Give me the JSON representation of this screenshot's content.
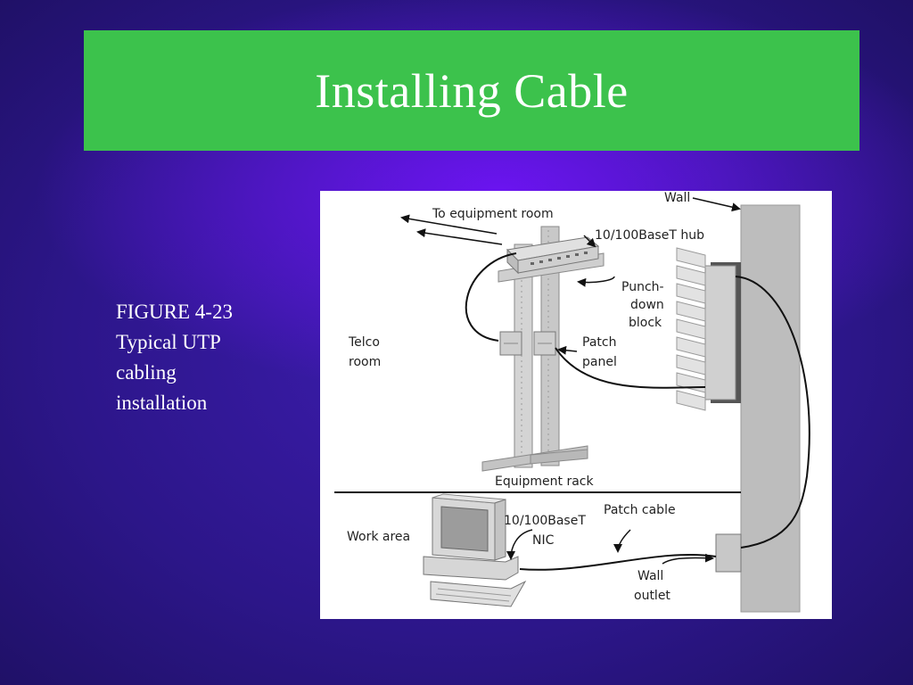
{
  "slide": {
    "title": "Installing Cable",
    "caption_lines": [
      "FIGURE 4-23",
      "Typical UTP",
      "cabling",
      "installation"
    ]
  },
  "diagram": {
    "labels": {
      "wall": "Wall",
      "to_equipment_room": "To equipment room",
      "hub": "10/100BaseT hub",
      "punch_down": [
        "Punch-",
        "down",
        "block"
      ],
      "telco_room": [
        "Telco",
        "room"
      ],
      "patch_panel": [
        "Patch",
        "panel"
      ],
      "equipment_rack": "Equipment rack",
      "work_area": "Work area",
      "nic": [
        "10/100BaseT",
        "NIC"
      ],
      "patch_cable": "Patch cable",
      "wall_outlet": [
        "Wall",
        "outlet"
      ]
    }
  },
  "colors": {
    "title_bar": "#3cc24c",
    "background": "#2c1689",
    "text": "#ffffff"
  }
}
